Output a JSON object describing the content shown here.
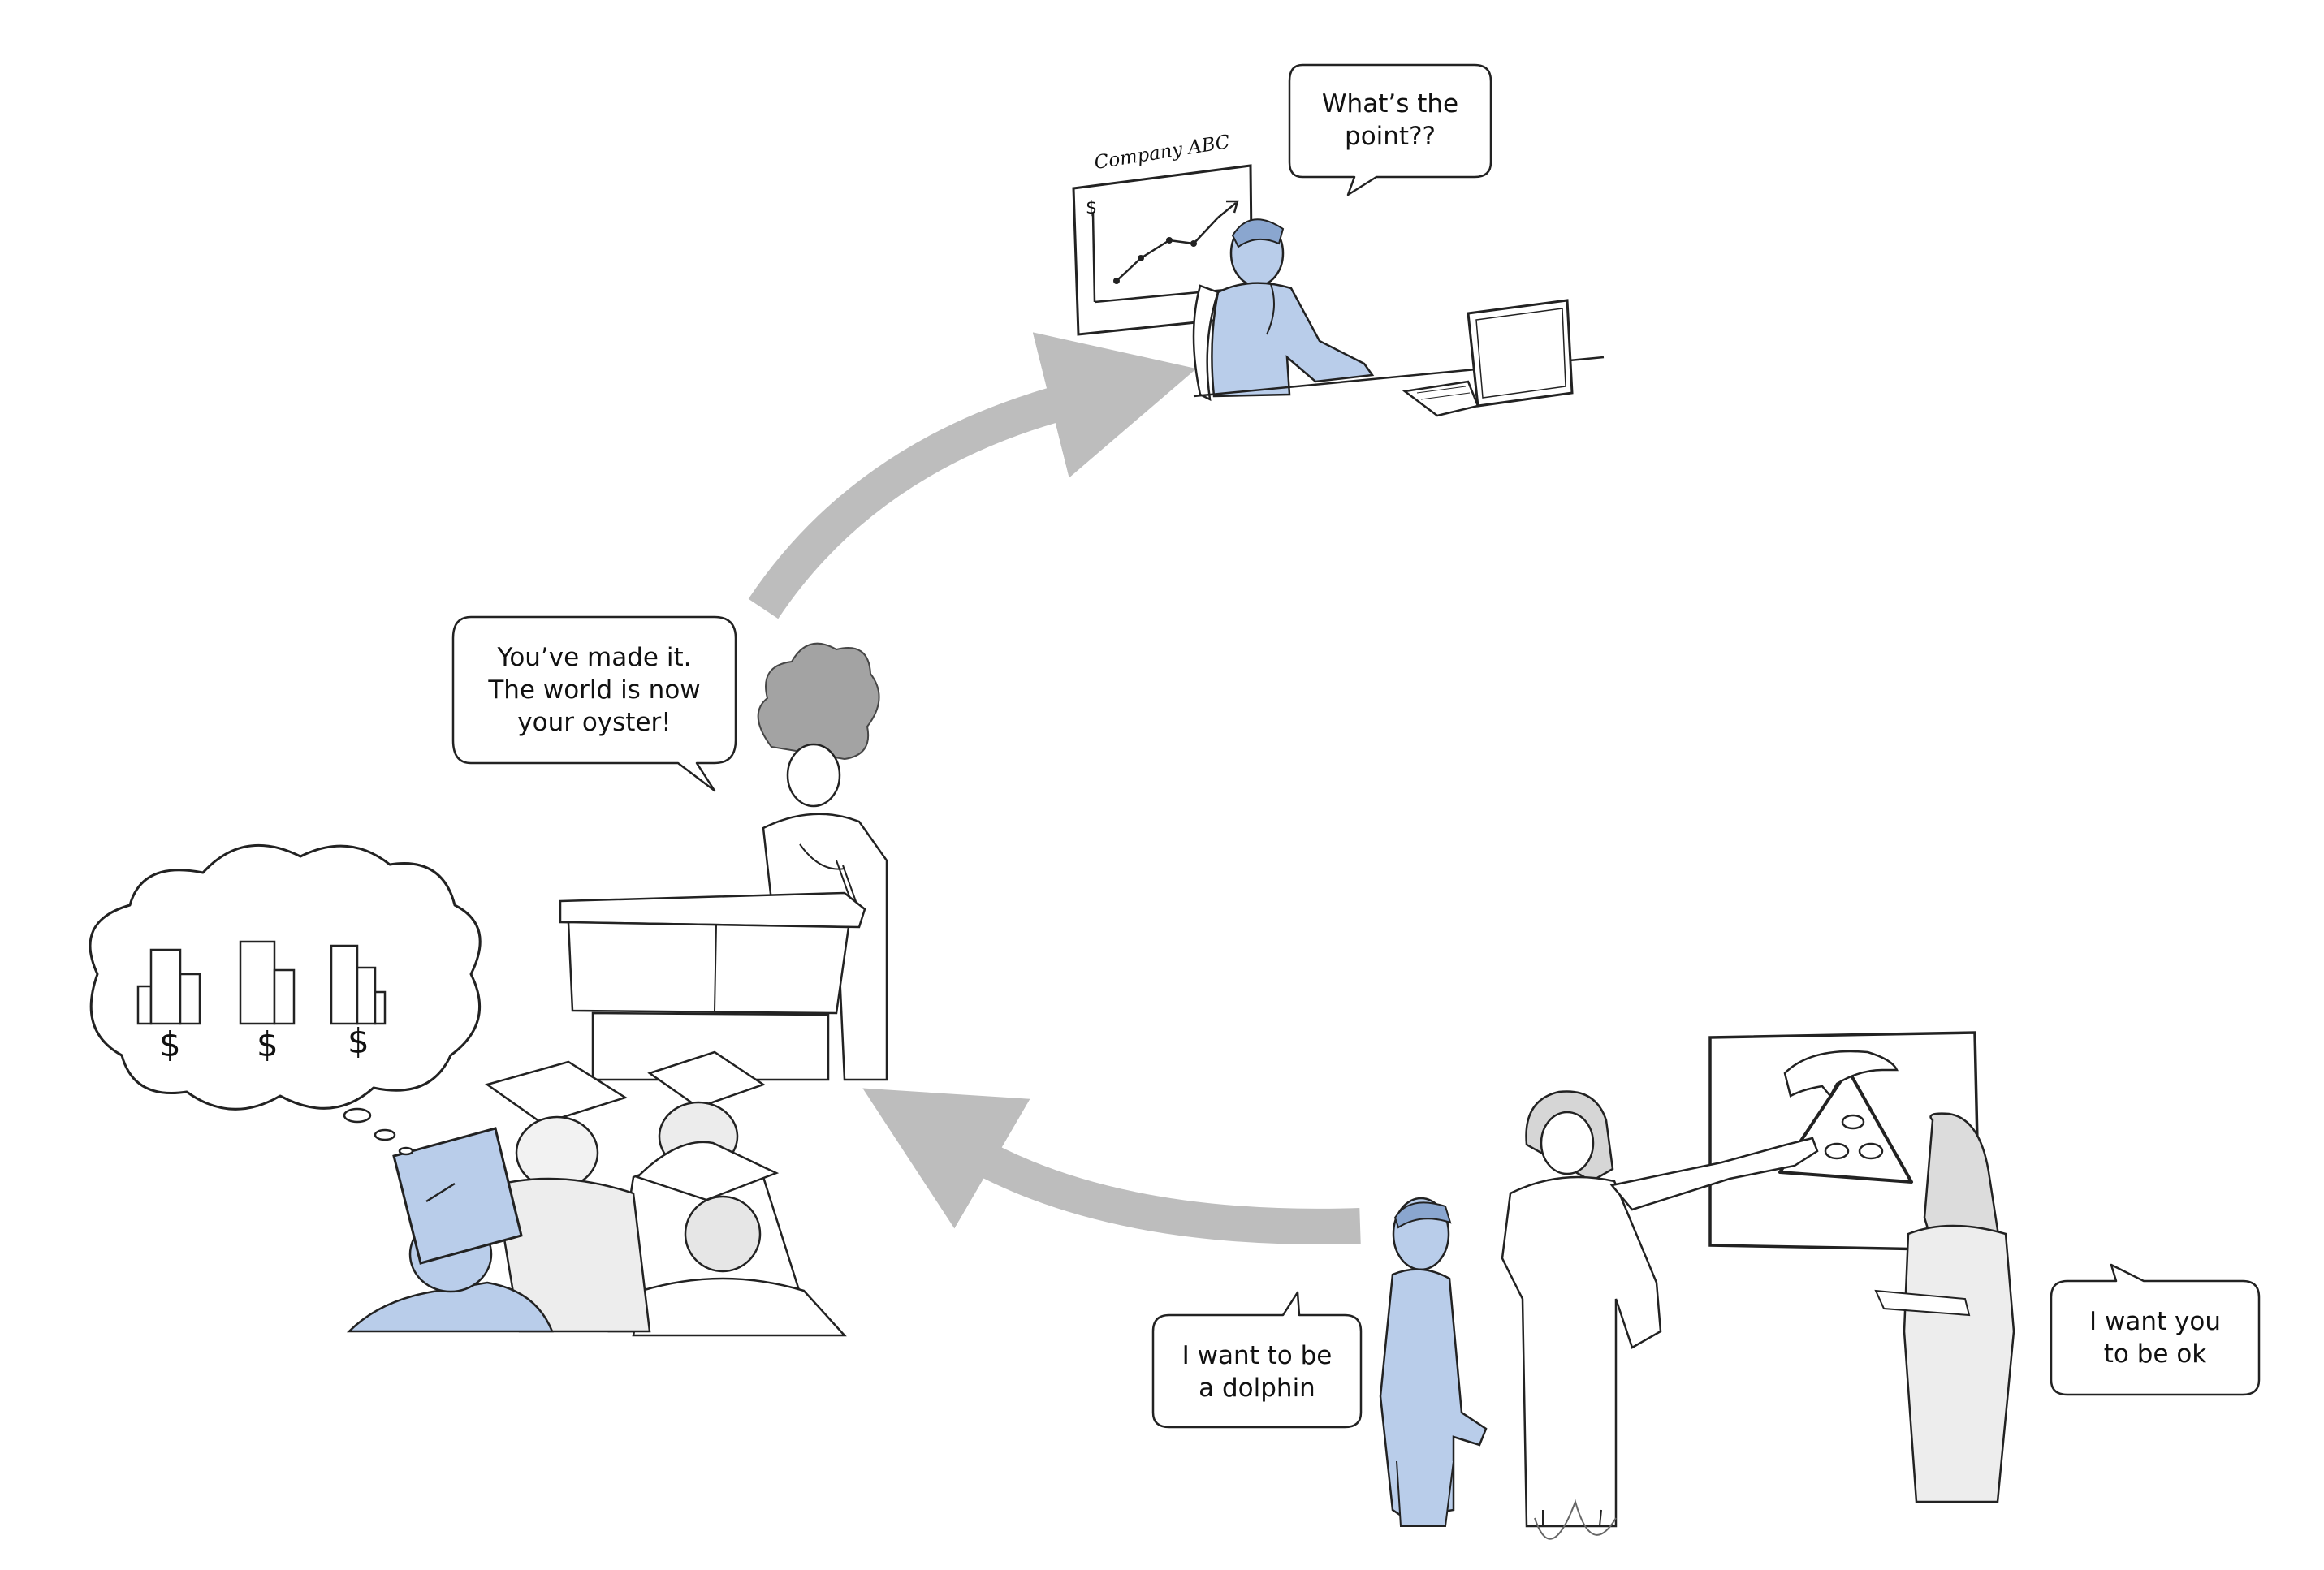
{
  "speech": {
    "office_worker": "What’s the point??",
    "speaker": "You’ve made it. The world is now your oyster!",
    "child": "I want to be a dolphin",
    "parent": "I want you to be ok"
  },
  "office_worker_bubble": {
    "line1": "What’s the",
    "line2": "point??"
  },
  "speaker_bubble": {
    "line1": "You’ve made it.",
    "line2": "The world is now",
    "line3": "your oyster!"
  },
  "child_bubble": {
    "line1": "I want to be",
    "line2": "a dolphin"
  },
  "parent_bubble": {
    "line1": "I want you",
    "line2": "to be ok"
  },
  "company_chart": {
    "caption": "Company ABC",
    "axis_symbol": "$"
  },
  "thought_cloud": {
    "symbols": [
      "$",
      "$",
      "$"
    ]
  },
  "colors": {
    "highlight": "#b9cdea",
    "arrow": "#bdbdbd",
    "ink": "#1a1a1a"
  },
  "icons": [
    "company-chart-icon",
    "laptop-icon",
    "dolphin-icon",
    "fish-icon",
    "city-buildings-icon",
    "graduation-cap-icon",
    "podium-icon"
  ]
}
